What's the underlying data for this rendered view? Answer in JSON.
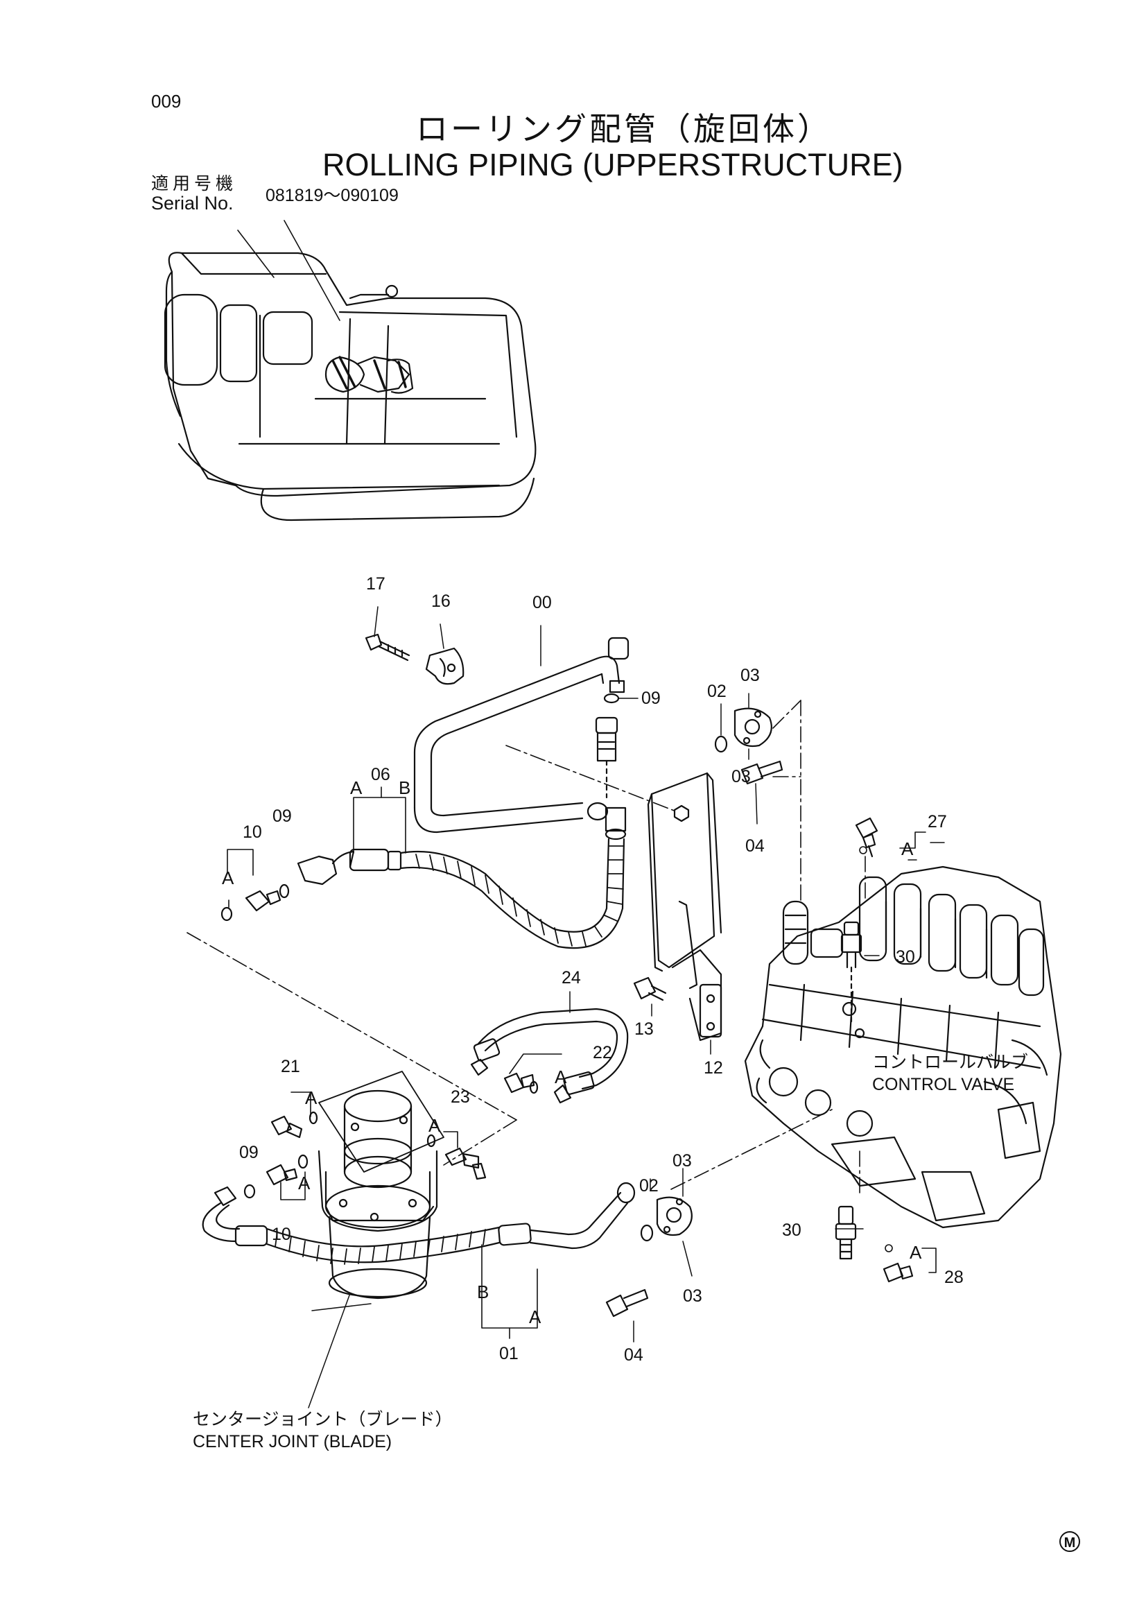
{
  "header": {
    "page_number": "009",
    "title_jp": "ローリング配管（旋回体）",
    "title_en": "ROLLING PIPING (UPPERSTRUCTURE)",
    "serial_label_jp": "適用号機",
    "serial_label": "Serial No.",
    "serial_range": "081819～090109"
  },
  "callouts": [
    {
      "id": "c-17",
      "text": "17"
    },
    {
      "id": "c-16",
      "text": "16"
    },
    {
      "id": "c-00",
      "text": "00"
    },
    {
      "id": "c-09a",
      "text": "09"
    },
    {
      "id": "c-02a",
      "text": "02"
    },
    {
      "id": "c-03a",
      "text": "03"
    },
    {
      "id": "c-03b",
      "text": "03"
    },
    {
      "id": "c-04a",
      "text": "04"
    },
    {
      "id": "c-06",
      "text": "06"
    },
    {
      "id": "c-10a",
      "text": "10"
    },
    {
      "id": "c-09b",
      "text": "09"
    },
    {
      "id": "c-27",
      "text": "27"
    },
    {
      "id": "c-30a",
      "text": "30"
    },
    {
      "id": "c-24",
      "text": "24"
    },
    {
      "id": "c-22",
      "text": "22"
    },
    {
      "id": "c-13",
      "text": "13"
    },
    {
      "id": "c-12",
      "text": "12"
    },
    {
      "id": "c-21",
      "text": "21"
    },
    {
      "id": "c-23",
      "text": "23"
    },
    {
      "id": "c-09c",
      "text": "09"
    },
    {
      "id": "c-10b",
      "text": "10"
    },
    {
      "id": "c-02b",
      "text": "02"
    },
    {
      "id": "c-03c",
      "text": "03"
    },
    {
      "id": "c-03d",
      "text": "03"
    },
    {
      "id": "c-30b",
      "text": "30"
    },
    {
      "id": "c-28",
      "text": "28"
    },
    {
      "id": "c-01",
      "text": "01"
    },
    {
      "id": "c-04b",
      "text": "04"
    }
  ],
  "port_letters": {
    "A": "A",
    "B": "B"
  },
  "components": {
    "control_valve_jp": "コントロールバルブ",
    "control_valve_en": "CONTROL VALVE",
    "center_joint_jp": "センタージョイント（ブレード）",
    "center_joint_en": "CENTER JOINT (BLADE)"
  },
  "corner_mark": "M"
}
